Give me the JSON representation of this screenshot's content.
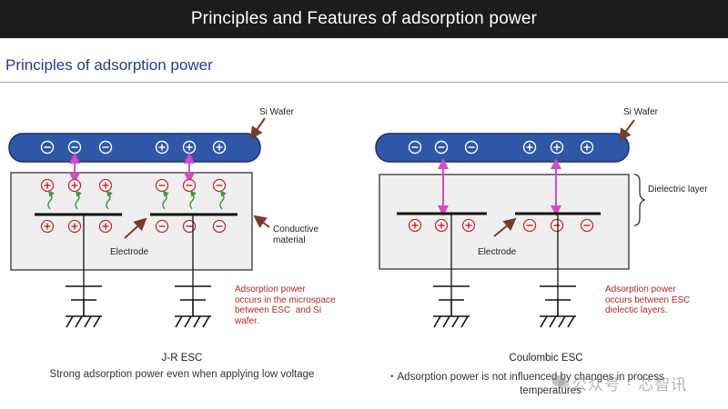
{
  "header": {
    "title": "Principles and Features of adsorption power"
  },
  "section": {
    "title": "Principles of adsorption power"
  },
  "left_diagram": {
    "wafer_label": "Si Wafer",
    "conductive_label": "Conductive\nmaterial",
    "electrode_label": "Electrode",
    "note": "Adsorption power\noccurs in the microspace\nbetween ESC  and Si\nwafer.",
    "caption_title": "J-R ESC",
    "caption_desc": "Strong adsorption power even when applying low voltage"
  },
  "right_diagram": {
    "wafer_label": "Si Wafer",
    "dielectric_label": "Dielectric layer",
    "electrode_label": "Electrode",
    "note": "Adsorption power\noccurs between ESC\ndielectic layers.",
    "caption_title": "Coulombic ESC",
    "caption_desc_line1": "・Adsorption power is not influenced by changes in process",
    "caption_desc_line2": "temperatures"
  },
  "watermark": {
    "text": "公众号 · 芯智讯"
  },
  "colors": {
    "wafer_fill": "#2f57a8",
    "charge_red": "#c8252c",
    "arrow_magenta": "#d64ac9",
    "note_red": "#b3262e",
    "arrow_brown": "#7a3b2a",
    "title_bg": "#1c1c1c"
  }
}
